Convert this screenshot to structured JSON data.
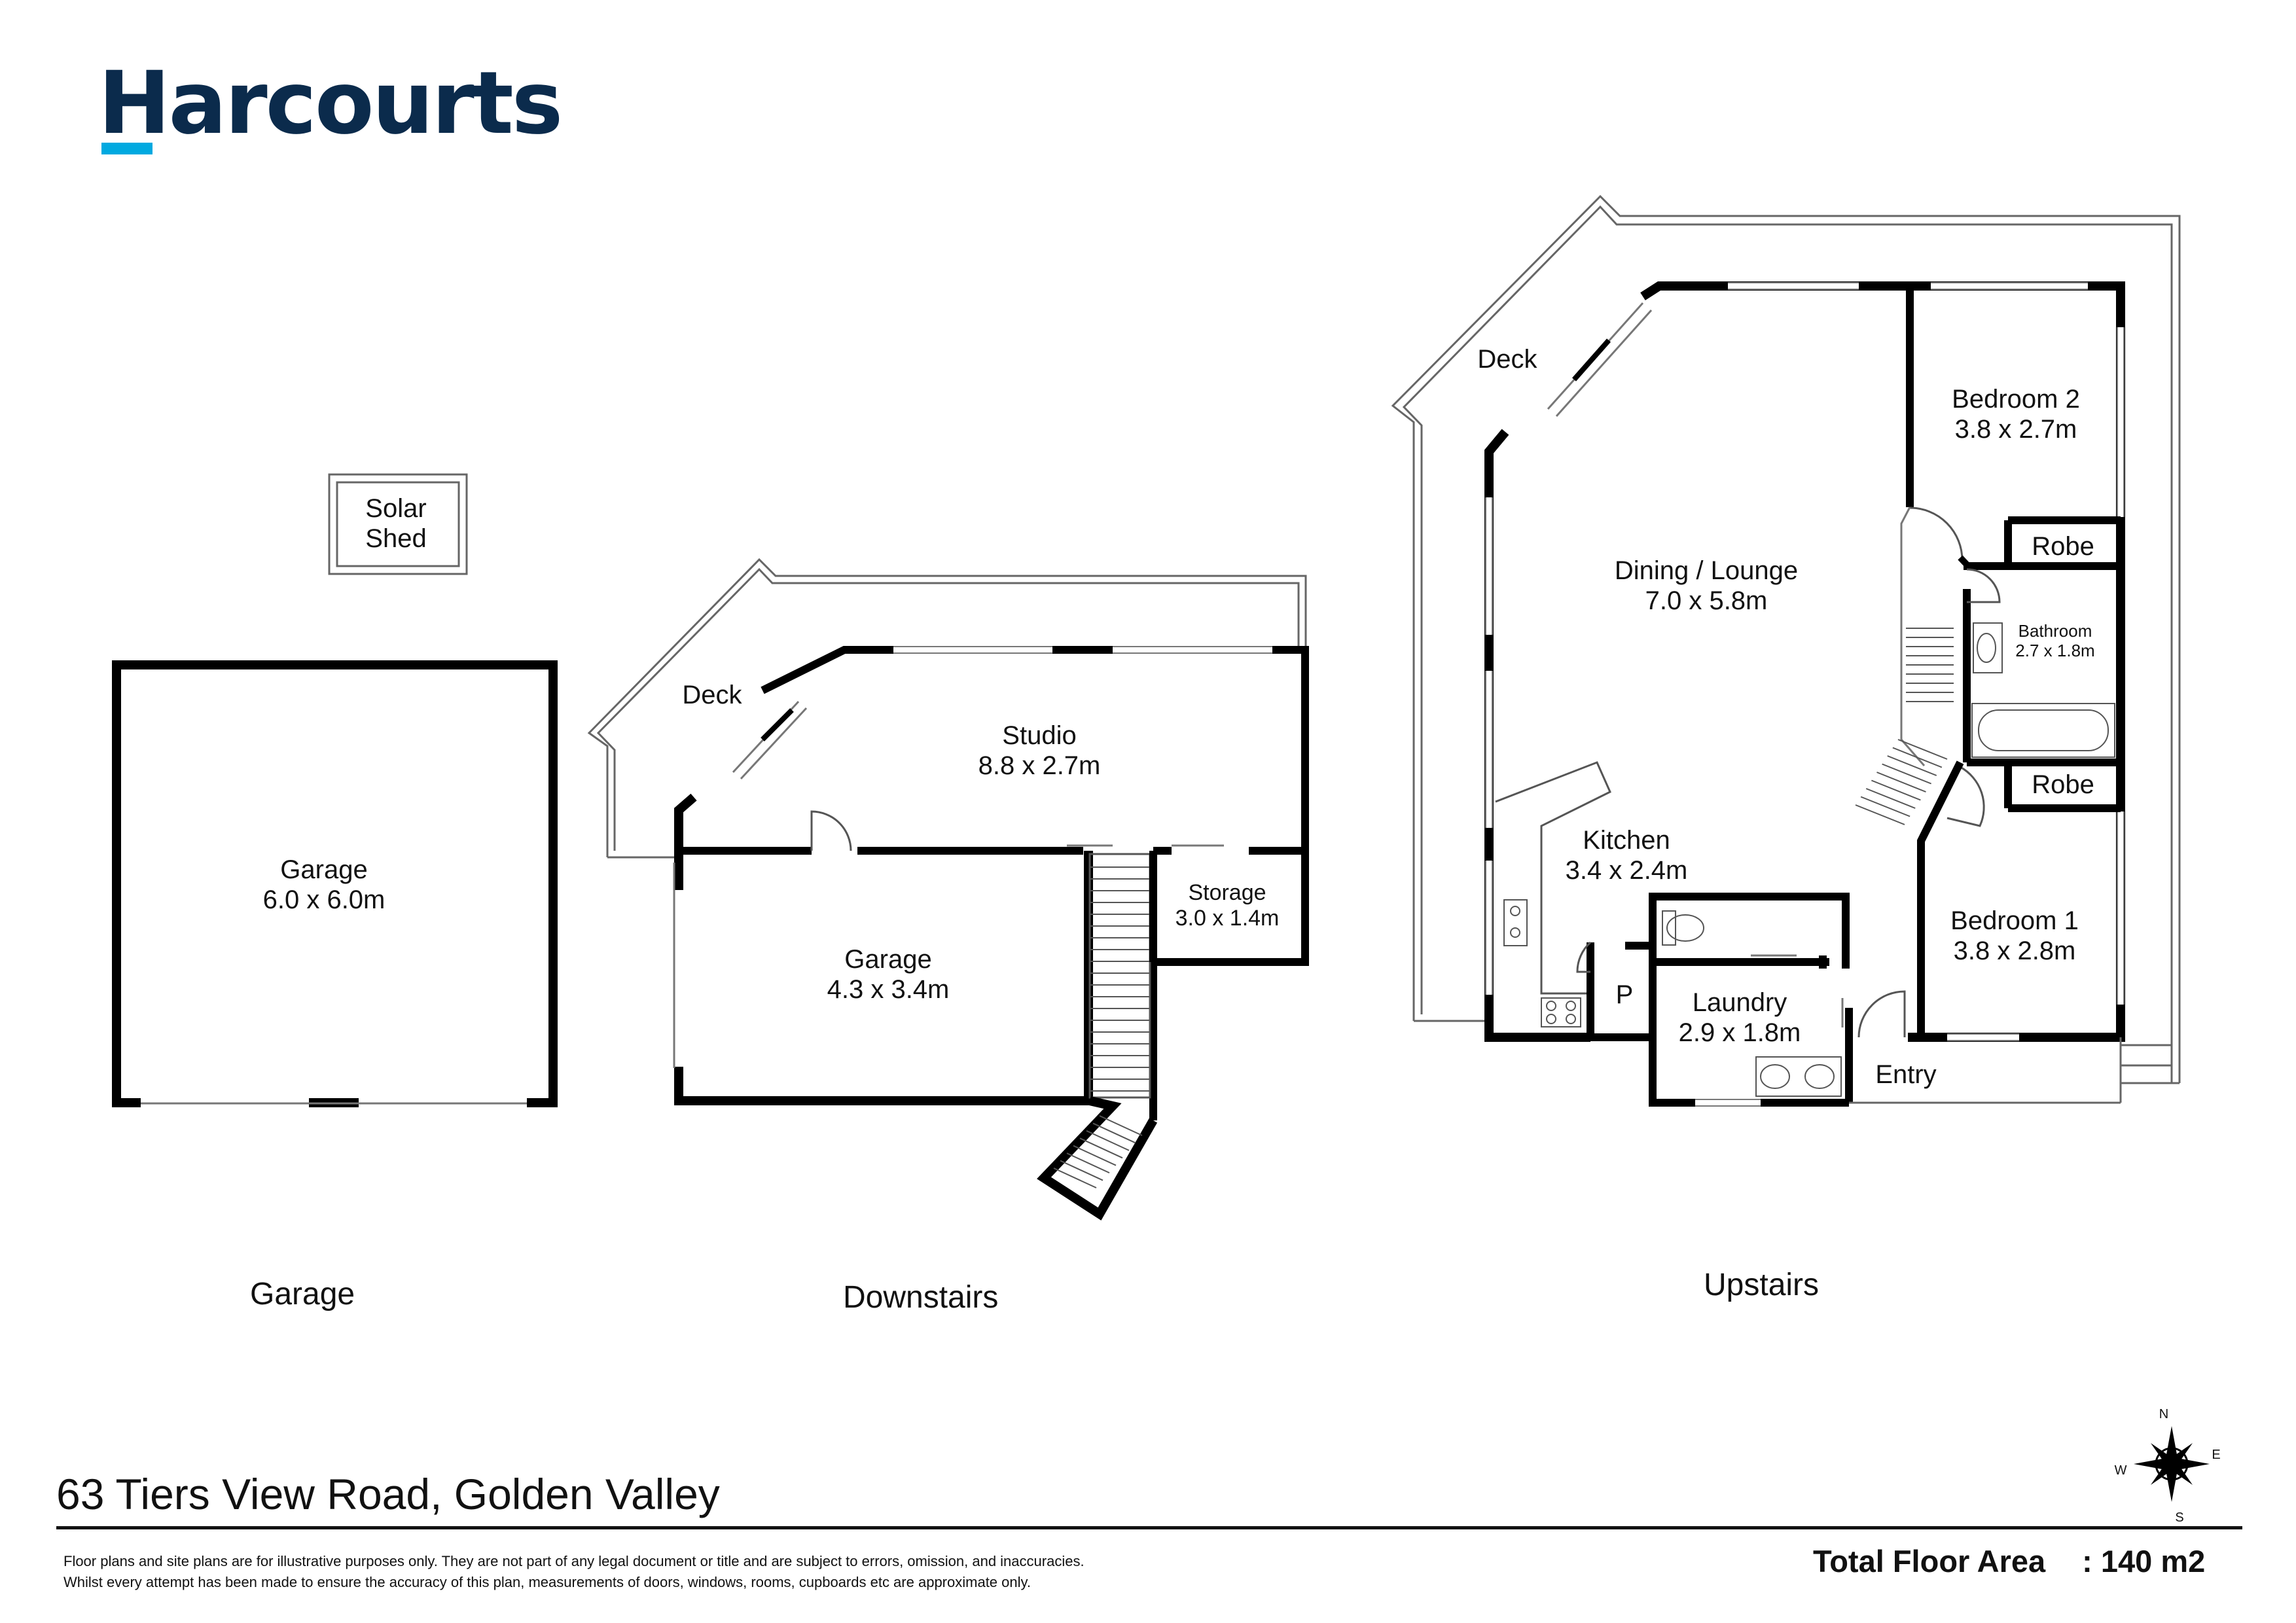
{
  "brand": {
    "name": "Harcourts",
    "colors": {
      "navy": "#0b2b4c",
      "cyan": "#00a9e0"
    }
  },
  "sections": {
    "garage": "Garage",
    "downstairs": "Downstairs",
    "upstairs": "Upstairs"
  },
  "rooms": {
    "solar_shed": [
      "Solar",
      "Shed"
    ],
    "garage_main": [
      "Garage",
      "6.0 x 6.0m"
    ],
    "deck_down": [
      "Deck"
    ],
    "studio": [
      "Studio",
      "8.8 x 2.7m"
    ],
    "garage_down": [
      "Garage",
      "4.3 x 3.4m"
    ],
    "storage": [
      "Storage",
      "3.0 x 1.4m"
    ],
    "deck_up": [
      "Deck"
    ],
    "dining": [
      "Dining / Lounge",
      "7.0 x 5.8m"
    ],
    "bedroom2": [
      "Bedroom 2",
      "3.8 x 2.7m"
    ],
    "robe1": [
      "Robe"
    ],
    "bathroom": [
      "Bathroom",
      "2.7 x 1.8m"
    ],
    "robe2": [
      "Robe"
    ],
    "kitchen": [
      "Kitchen",
      "3.4 x 2.4m"
    ],
    "pantry": [
      "P"
    ],
    "laundry": [
      "Laundry",
      "2.9 x 1.8m"
    ],
    "bedroom1": [
      "Bedroom 1",
      "3.8 x 2.8m"
    ],
    "entry": [
      "Entry"
    ]
  },
  "compass": {
    "n": "N",
    "e": "E",
    "s": "S",
    "w": "W"
  },
  "address": "63 Tiers View Road, Golden Valley",
  "disclaimer": [
    "Floor plans and site plans are for illustrative purposes only. They are not part of any legal document or title and are subject to errors, omission, and inaccuracies.",
    "Whilst every attempt has been made to ensure the accuracy of this plan, measurements of doors, windows, rooms, cupboards etc are approximate only."
  ],
  "total_floor_area": {
    "label": "Total Floor Area",
    "value": ": 140 m2"
  }
}
